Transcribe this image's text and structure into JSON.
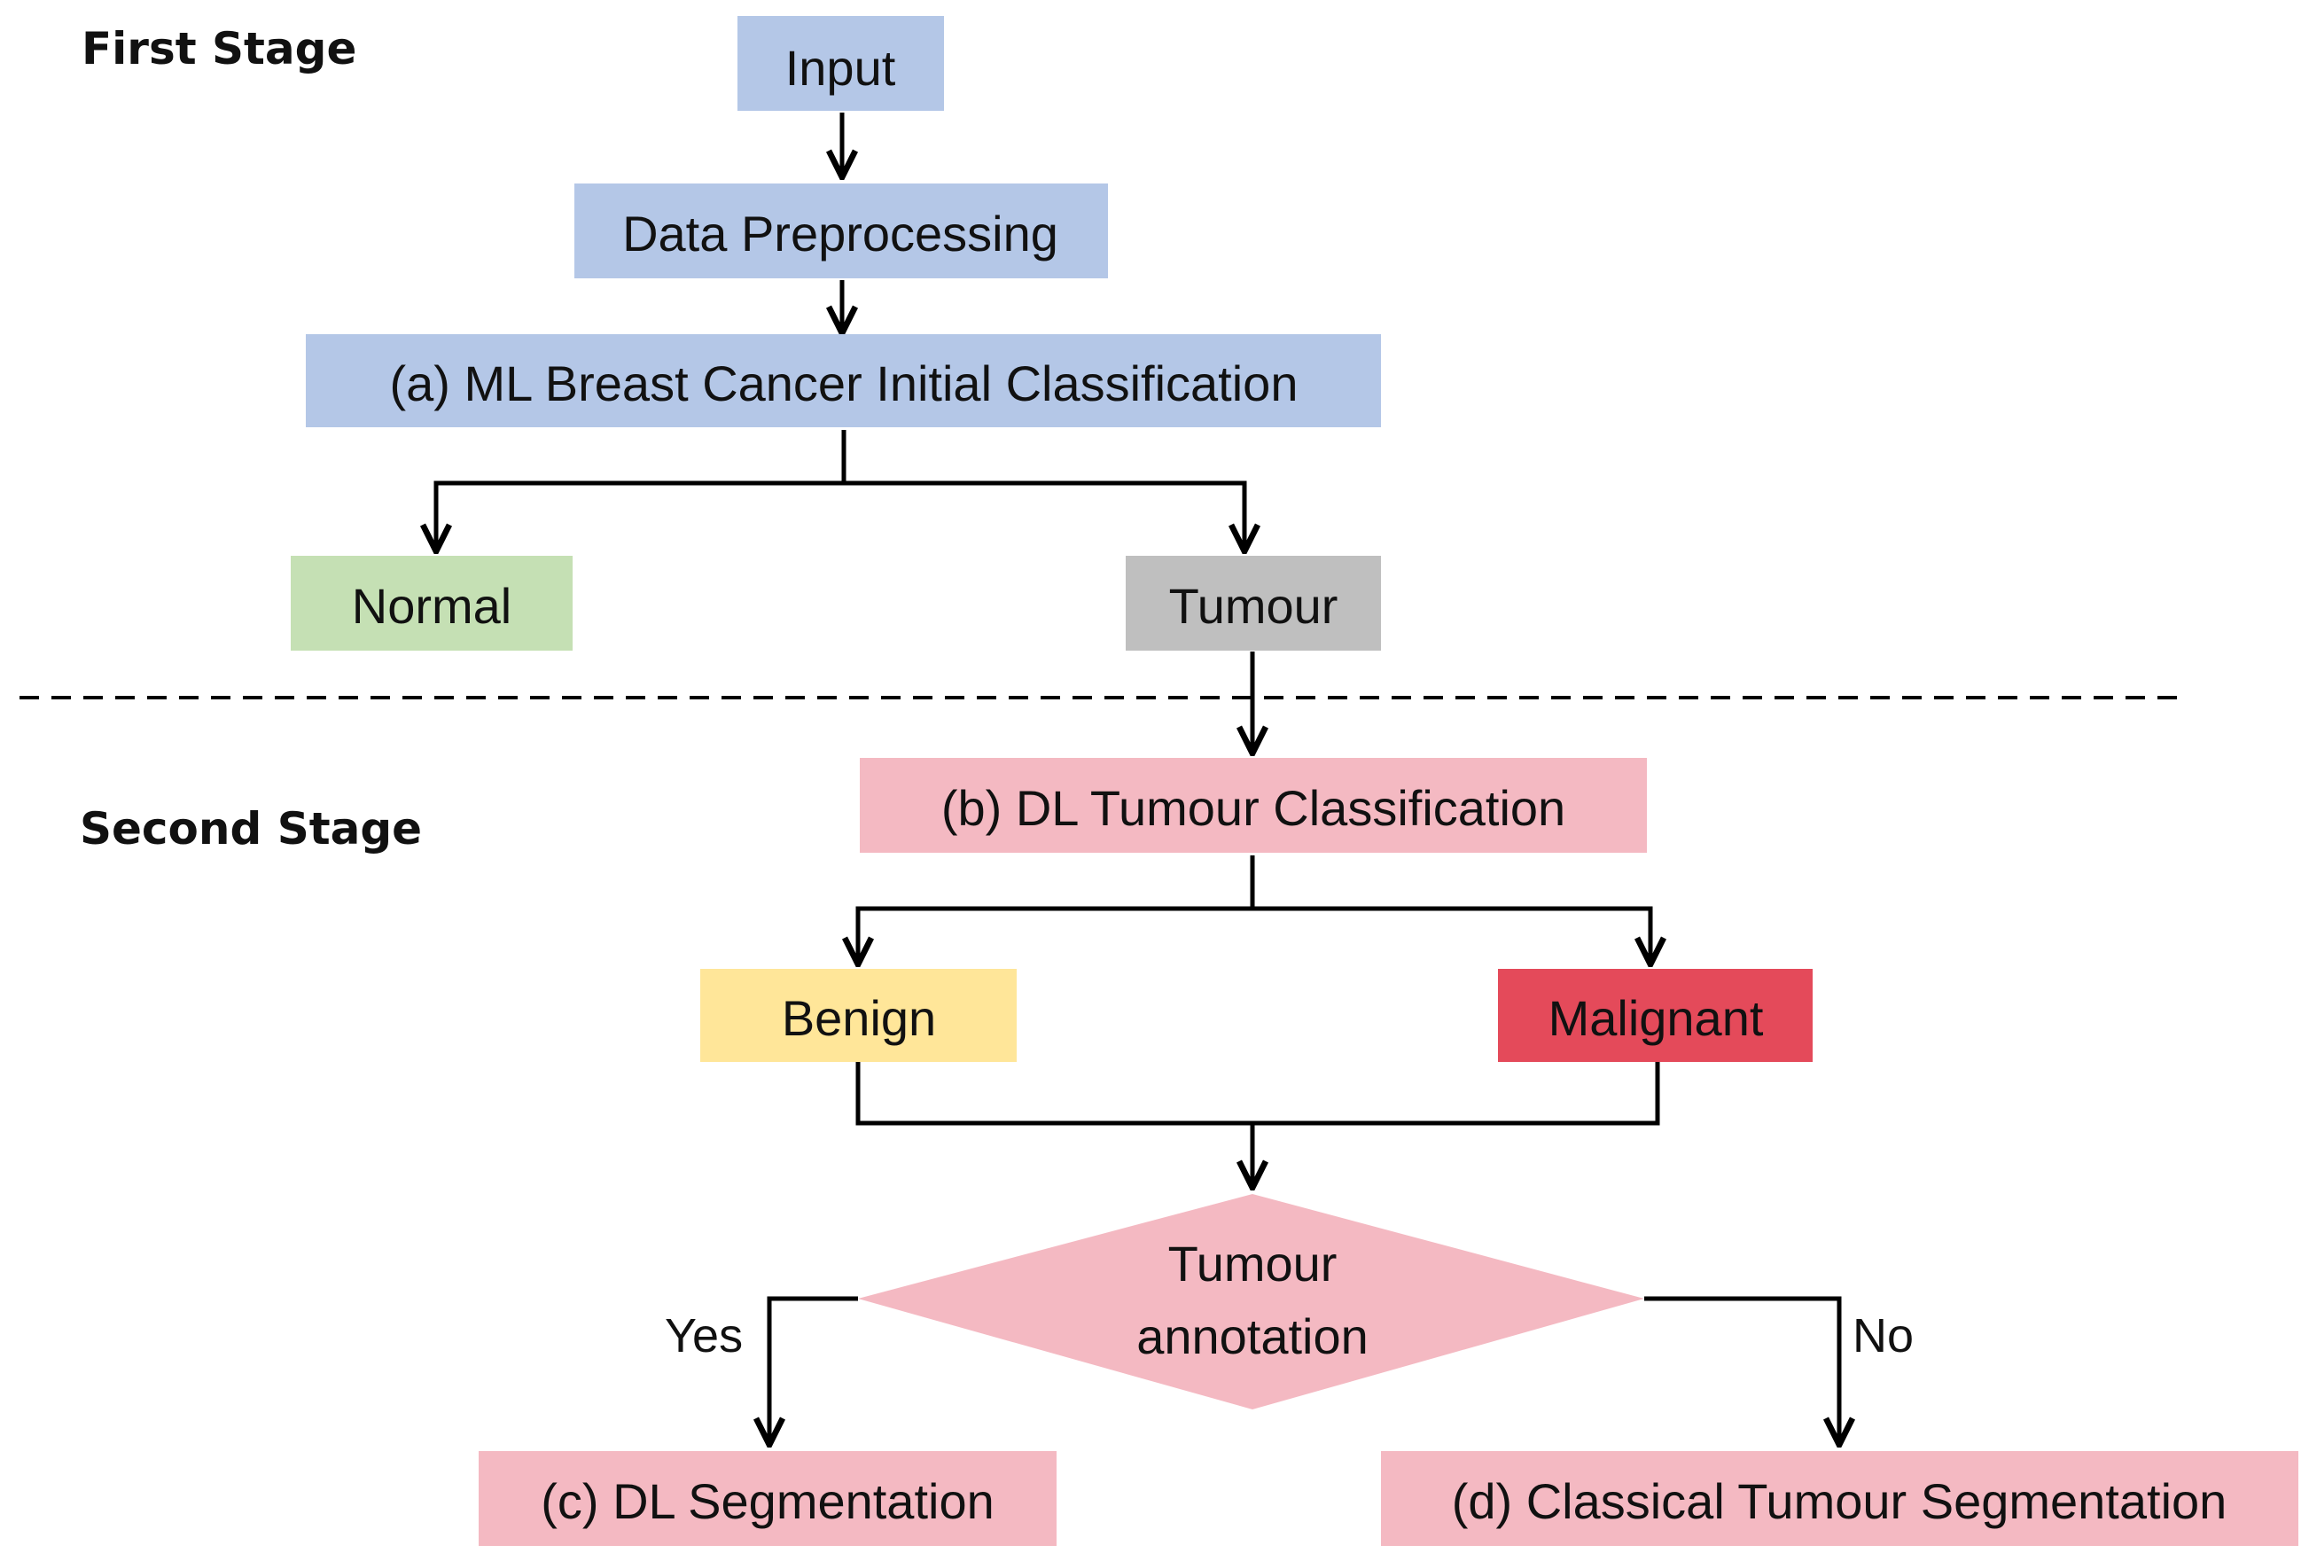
{
  "stages": {
    "first": "First Stage",
    "second": "Second Stage"
  },
  "nodes": {
    "input": "Input",
    "preprocessing": "Data Preprocessing",
    "ml_classification": "(a) ML Breast Cancer Initial Classification",
    "normal": "Normal",
    "tumour": "Tumour",
    "dl_classification": "(b) DL Tumour Classification",
    "benign": "Benign",
    "malignant": "Malignant",
    "decision_line1": "Tumour",
    "decision_line2": "annotation",
    "dl_segmentation": "(c) DL Segmentation",
    "classical_segmentation": "(d) Classical Tumour Segmentation"
  },
  "edge_labels": {
    "yes": "Yes",
    "no": "No"
  },
  "colors": {
    "blue": "#b4c7e7",
    "green": "#c5e0b4",
    "gray": "#bfbfbf",
    "pink": "#f4b9c2",
    "yellow": "#ffe699",
    "red": "#e44a5a"
  }
}
